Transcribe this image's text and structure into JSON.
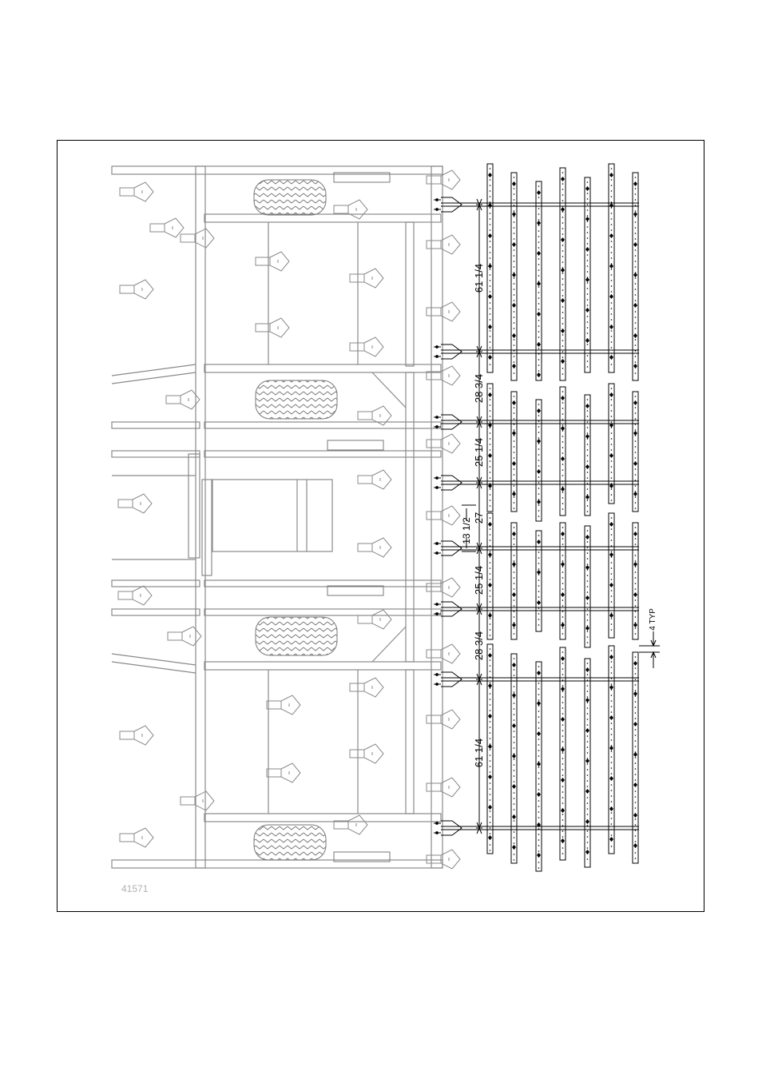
{
  "figure": {
    "figure_number": "41571",
    "dimensions": {
      "outer_top": "61 1/4",
      "upper_mid": "28 3/4",
      "inner_upper": "25 1/4",
      "center": "27",
      "offset": "13 1/2",
      "inner_lower": "25 1/4",
      "lower_mid": "28 3/4",
      "outer_bottom": "61 1/4",
      "typical_spacing": "4 TYP"
    }
  }
}
